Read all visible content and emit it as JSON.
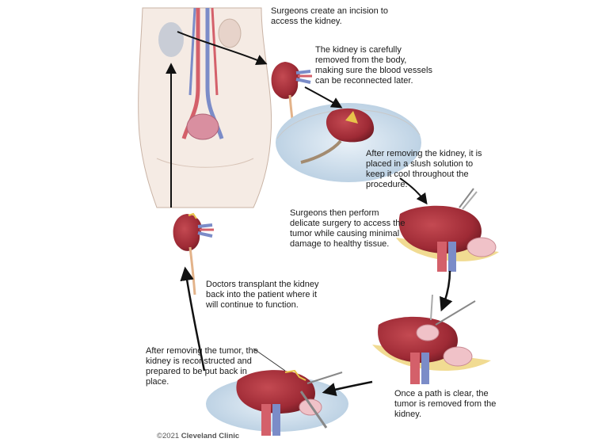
{
  "steps": [
    {
      "text": "Surgeons create an incision to\naccess the kidney."
    },
    {
      "text": "The kidney is carefully\nremoved from the body,\nmaking sure the blood vessels\ncan be reconnected later."
    },
    {
      "text": "After removing the kidney, it is\nplaced in a slush solution to\nkeep it cool throughout the\nprocedure."
    },
    {
      "text": "Surgeons then perform\ndelicate surgery to access the\ntumor while causing minimal\ndamage to healthy tissue."
    },
    {
      "text": "Once a path is clear, the\ntumor is removed from the\nkidney."
    },
    {
      "text": "After removing the tumor, the\nkidney is reconstructed and\nprepared to be put back in\nplace."
    },
    {
      "text": "Doctors transplant the kidney\nback into the patient where it\nwill continue to function."
    }
  ],
  "credit": {
    "year": "©2021",
    "brand": "Cleveland Clinic"
  },
  "colors": {
    "kidney": "#9e2a35",
    "kidney_dark": "#6d1a22",
    "skin": "#f3e6de",
    "artery": "#d4606a",
    "vein": "#7b8cc8",
    "ice": "#cfe0ee",
    "fat": "#e8c34a",
    "arrow": "#111111"
  }
}
